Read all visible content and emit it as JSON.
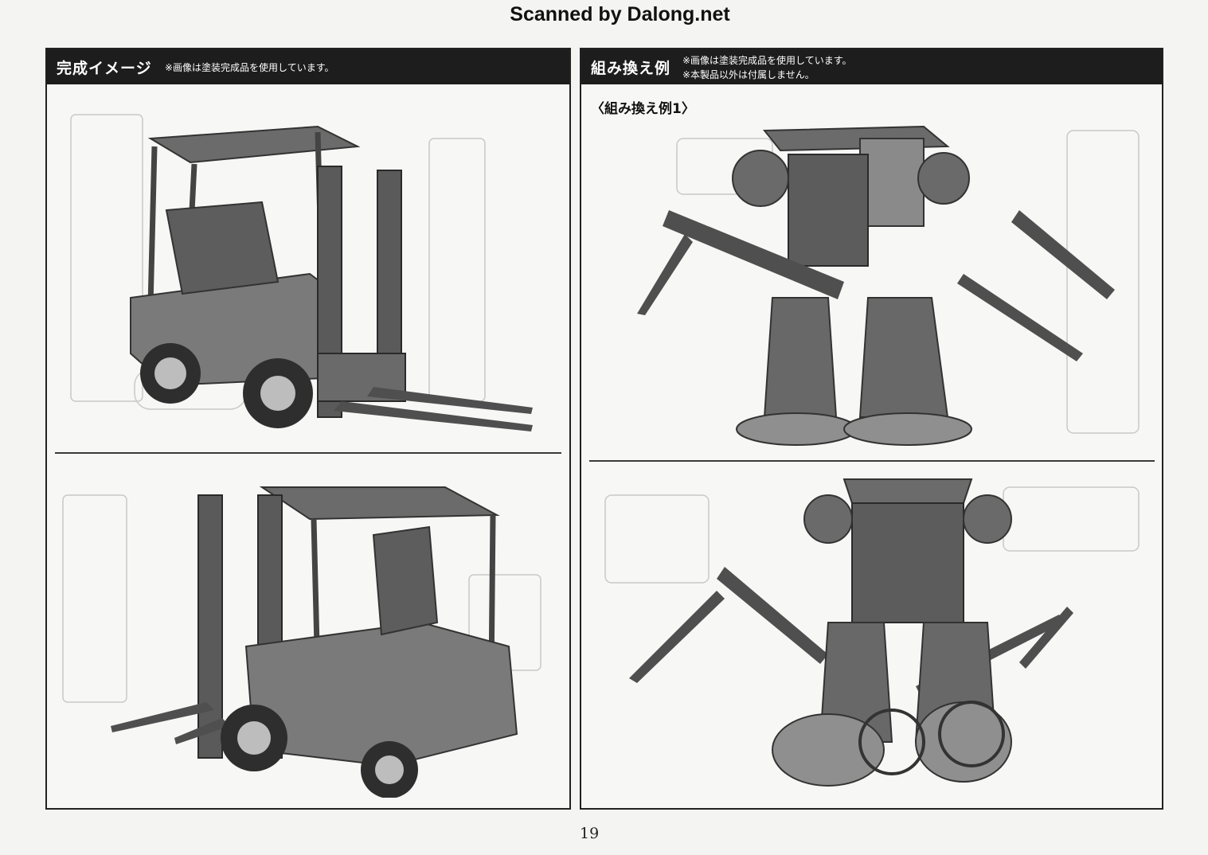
{
  "credit": "Scanned by Dalong.net",
  "left_panel": {
    "title": "完成イメージ",
    "note_lines": [
      "※画像は塗装完成品を使用しています。"
    ]
  },
  "right_panel": {
    "title": "組み換え例",
    "note_lines": [
      "※画像は塗装完成品を使用しています。",
      "※本製品以外は付属しません。"
    ],
    "section_label": "〈組み換え例1〉"
  },
  "page_number": "19"
}
